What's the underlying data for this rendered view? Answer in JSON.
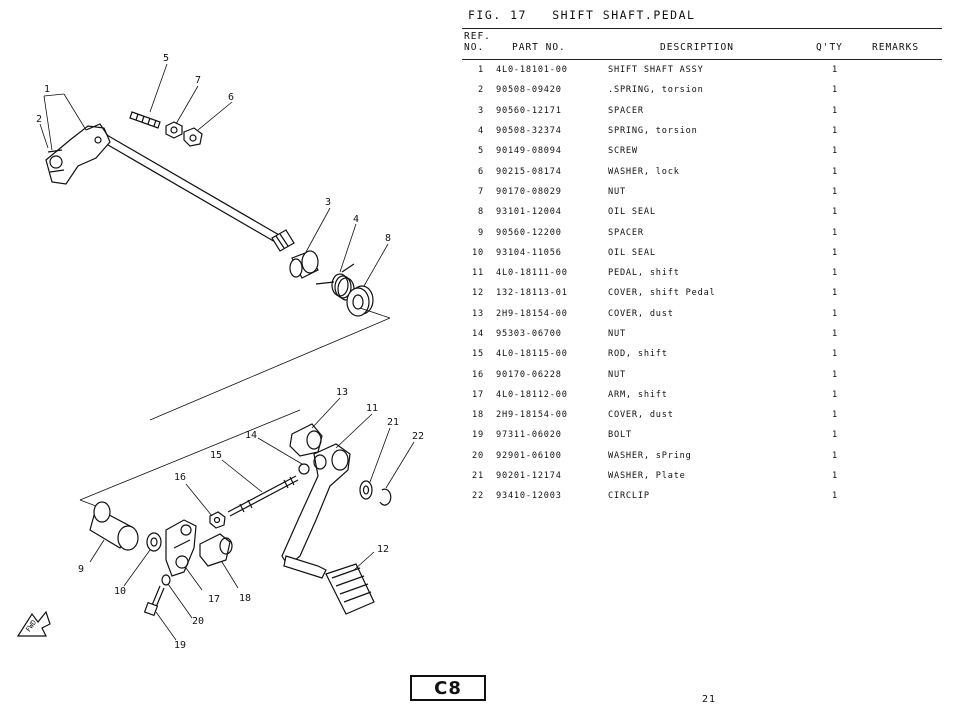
{
  "figure": {
    "number_label": "FIG. 17",
    "title": "SHIFT SHAFT.PEDAL"
  },
  "table_headers": {
    "ref_no_line1": "REF.",
    "ref_no_line2": "NO.",
    "part_no": "PART NO.",
    "description": "DESCRIPTION",
    "qty": "Q'TY",
    "remarks": "REMARKS"
  },
  "parts": [
    {
      "ref": "1",
      "part_no": "4L0-18101-00",
      "description": "SHIFT SHAFT ASSY",
      "qty": "1",
      "remarks": ""
    },
    {
      "ref": "2",
      "part_no": "90508-09420",
      "description": ".SPRING, torsion",
      "qty": "1",
      "remarks": ""
    },
    {
      "ref": "3",
      "part_no": "90560-12171",
      "description": "SPACER",
      "qty": "1",
      "remarks": ""
    },
    {
      "ref": "4",
      "part_no": "90508-32374",
      "description": "SPRING, torsion",
      "qty": "1",
      "remarks": ""
    },
    {
      "ref": "5",
      "part_no": "90149-08094",
      "description": "SCREW",
      "qty": "1",
      "remarks": ""
    },
    {
      "ref": "6",
      "part_no": "90215-08174",
      "description": "WASHER, lock",
      "qty": "1",
      "remarks": ""
    },
    {
      "ref": "7",
      "part_no": "90170-08029",
      "description": "NUT",
      "qty": "1",
      "remarks": ""
    },
    {
      "ref": "8",
      "part_no": "93101-12004",
      "description": "OIL SEAL",
      "qty": "1",
      "remarks": ""
    },
    {
      "ref": "9",
      "part_no": "90560-12200",
      "description": "SPACER",
      "qty": "1",
      "remarks": ""
    },
    {
      "ref": "10",
      "part_no": "93104-11056",
      "description": "OIL SEAL",
      "qty": "1",
      "remarks": ""
    },
    {
      "ref": "11",
      "part_no": "4L0-18111-00",
      "description": "PEDAL, shift",
      "qty": "1",
      "remarks": ""
    },
    {
      "ref": "12",
      "part_no": "132-18113-01",
      "description": "COVER, shift Pedal",
      "qty": "1",
      "remarks": ""
    },
    {
      "ref": "13",
      "part_no": "2H9-18154-00",
      "description": "COVER, dust",
      "qty": "1",
      "remarks": ""
    },
    {
      "ref": "14",
      "part_no": "95303-06700",
      "description": "NUT",
      "qty": "1",
      "remarks": ""
    },
    {
      "ref": "15",
      "part_no": "4L0-18115-00",
      "description": "ROD, shift",
      "qty": "1",
      "remarks": ""
    },
    {
      "ref": "16",
      "part_no": "90170-06228",
      "description": "NUT",
      "qty": "1",
      "remarks": ""
    },
    {
      "ref": "17",
      "part_no": "4L0-18112-00",
      "description": "ARM, shift",
      "qty": "1",
      "remarks": ""
    },
    {
      "ref": "18",
      "part_no": "2H9-18154-00",
      "description": "COVER, dust",
      "qty": "1",
      "remarks": ""
    },
    {
      "ref": "19",
      "part_no": "97311-06020",
      "description": "BOLT",
      "qty": "1",
      "remarks": ""
    },
    {
      "ref": "20",
      "part_no": "92901-06100",
      "description": "WASHER, sPring",
      "qty": "1",
      "remarks": ""
    },
    {
      "ref": "21",
      "part_no": "90201-12174",
      "description": "WASHER, Plate",
      "qty": "1",
      "remarks": ""
    },
    {
      "ref": "22",
      "part_no": "93410-12003",
      "description": "CIRCLIP",
      "qty": "1",
      "remarks": ""
    }
  ],
  "diagram": {
    "callouts": {
      "c1": "1",
      "c2": "2",
      "c3": "3",
      "c4": "4",
      "c5": "5",
      "c6": "6",
      "c7": "7",
      "c8": "8",
      "c9": "9",
      "c10": "10",
      "c11": "11",
      "c12": "12",
      "c13": "13",
      "c14": "14",
      "c15": "15",
      "c16": "16",
      "c17": "17",
      "c18": "18",
      "c19": "19",
      "c20": "20",
      "c21": "21",
      "c22": "22"
    },
    "fwd_label": "FWD"
  },
  "footer": {
    "page_code": "C8",
    "page_number": "21"
  }
}
